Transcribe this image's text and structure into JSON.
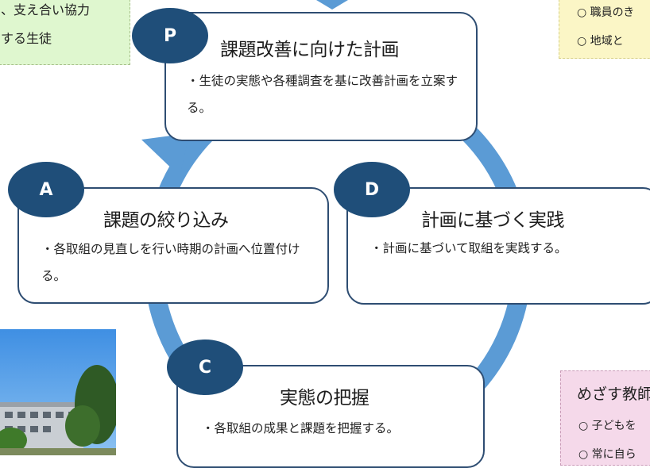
{
  "notes": {
    "top_left": {
      "lines": [
        "、支え合い協力",
        "する生徒"
      ]
    },
    "top_right": {
      "lines": [
        "○ 職員のき",
        "○ 地域と"
      ]
    },
    "bottom_right": {
      "title": "めざす教師",
      "lines": [
        "○ 子どもを",
        "○ 常に自ら"
      ]
    }
  },
  "cycle": {
    "p": {
      "badge": "P",
      "title": "課題改善に向けた計画",
      "desc": "・生徒の実態や各種調査を基に改善計画を立案する。"
    },
    "d": {
      "badge": "D",
      "title": "計画に基づく実践",
      "desc": "・計画に基づいて取組を実践する。"
    },
    "c": {
      "badge": "C",
      "title": "実態の把握",
      "desc": "・各取組の成果と課題を把握する。"
    },
    "a": {
      "badge": "A",
      "title": "課題の絞り込み",
      "desc": "・各取組の見直しを行い時期の計画へ位置付ける。"
    }
  },
  "colors": {
    "arrow": "#5b9bd5",
    "badge": "#1f4e79",
    "border": "#2e4d72",
    "green": "#dff7cf",
    "yellow": "#fbf6c6",
    "pink": "#f5d9ea"
  },
  "photo": {
    "icon": "school-building-photo"
  }
}
